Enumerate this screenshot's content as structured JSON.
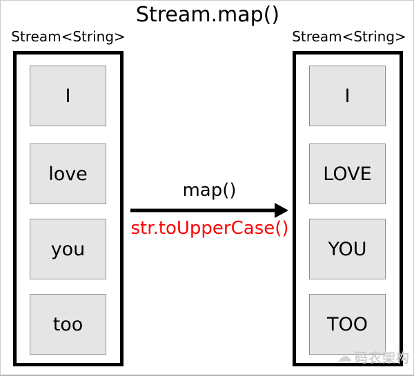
{
  "title": "Stream.map()",
  "left_stream": {
    "label": "Stream<String>",
    "items": [
      "I",
      "love",
      "you",
      "too"
    ]
  },
  "right_stream": {
    "label": "Stream<String>",
    "items": [
      "I",
      "LOVE",
      "YOU",
      "TOO"
    ]
  },
  "arrow": {
    "top_label": "map()",
    "bottom_label": "str.toUpperCase()"
  },
  "watermark": {
    "text": "码农架构",
    "icon": "cloud-logo"
  },
  "colors": {
    "box_fill": "#e5e5e5",
    "box_border": "#8c8c8c",
    "frame_border": "#000000",
    "function_label": "#ff0000",
    "watermark": "#d2d2d2"
  }
}
